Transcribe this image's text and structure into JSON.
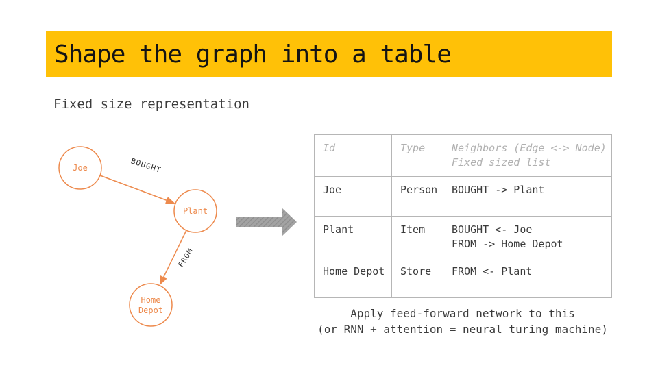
{
  "slide": {
    "title": "Shape the graph into a table",
    "subtitle": "Fixed size representation",
    "colors": {
      "accent_yellow": "#FFC107",
      "node_orange": "#ED8A4D",
      "arrow_gray": "#9E9E9E",
      "table_border_gray": "#B6B6B6",
      "header_text_gray": "#B0B0B0"
    }
  },
  "graph": {
    "nodes": [
      {
        "label": "Joe"
      },
      {
        "label": "Plant"
      },
      {
        "label": "Home Depot",
        "line1": "Home",
        "line2": "Depot"
      }
    ],
    "edges": [
      {
        "label": "BOUGHT"
      },
      {
        "label": "FROM"
      }
    ]
  },
  "table": {
    "headers": {
      "id": "Id",
      "type": "Type",
      "neighbors_line1": "Neighbors (Edge <-> Node)",
      "neighbors_line2": "Fixed sized list"
    },
    "rows": [
      {
        "id": "Joe",
        "type": "Person",
        "neighbors": [
          "BOUGHT -> Plant"
        ]
      },
      {
        "id": "Plant",
        "type": "Item",
        "neighbors": [
          "BOUGHT <- Joe",
          "FROM -> Home Depot"
        ]
      },
      {
        "id": "Home Depot",
        "type": "Store",
        "neighbors": [
          "FROM <- Plant"
        ]
      }
    ]
  },
  "caption": {
    "line1": "Apply feed-forward network to this",
    "line2": "(or RNN + attention = neural turing machine)"
  }
}
